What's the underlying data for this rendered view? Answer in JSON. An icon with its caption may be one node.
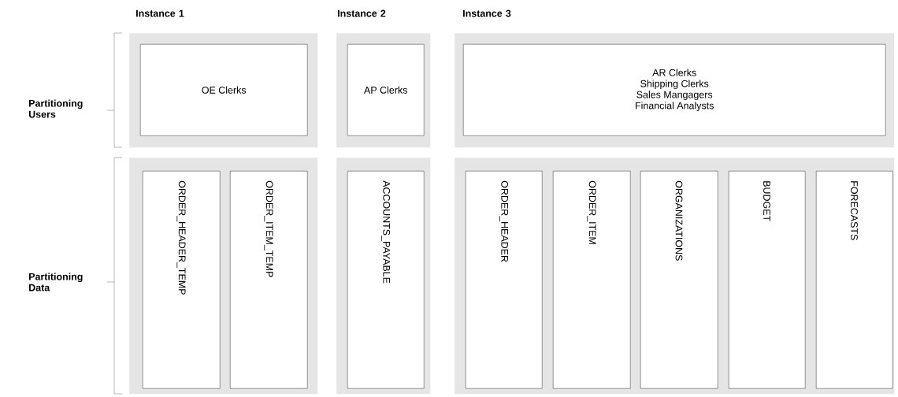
{
  "diagram": {
    "nodes": [
      {
        "text": [],
        "shape": "box"
      },
      {
        "text": [
          "OE Clerks"
        ],
        "in": 0
      },
      {
        "text": [],
        "shape": "box"
      },
      {
        "text": [
          "AP Clerks"
        ],
        "in": 2
      },
      {
        "text": [],
        "shape": "box"
      },
      {
        "text": [
          "AR Clerks",
          "Shipping Clerks",
          "Sales Mangagers",
          "Financial Analysts"
        ],
        "in": 4
      },
      {
        "text": [],
        "shape": "box"
      },
      {
        "text": [
          "ORDER_HEADER_TEMP"
        ],
        "in": 6
      },
      {
        "text": [
          "ORDER_ITEM_TEMP"
        ],
        "in": 6
      },
      {
        "text": [],
        "shape": "box"
      },
      {
        "text": [
          "ACCOUNTS_PAYABLE"
        ],
        "in": 9
      },
      {
        "text": [],
        "shape": "box"
      },
      {
        "text": [
          "ORDER_HEADER"
        ],
        "in": 11
      },
      {
        "text": [
          "ORDER_ITEM"
        ],
        "in": 11
      },
      {
        "text": [
          "ORGANIZATIONS"
        ],
        "in": 11
      },
      {
        "text": [
          "BUDGET"
        ],
        "in": 11
      },
      {
        "text": [
          "FORECASTS"
        ],
        "in": 11
      }
    ],
    "labels": [
      "Instance 1",
      "Instance 2",
      "Instance 3",
      "Partitioning Users",
      "Partitioning Data"
    ]
  }
}
